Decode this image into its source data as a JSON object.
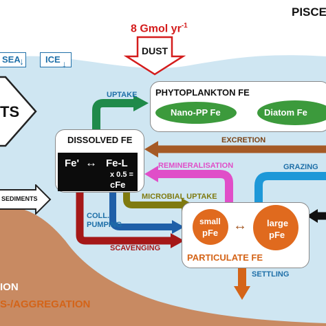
{
  "title_partial": "PISCE",
  "dust": {
    "flux_value": "8 Gmol yr",
    "flux_exponent": "-1",
    "label": "DUST"
  },
  "surface_inputs": {
    "sea": "SEA",
    "ice": "ICE"
  },
  "left_pentagon_label": "TS",
  "sediments_label": "SEDIMENTS",
  "phytoplankton": {
    "title": "PHYTOPLANKTON FE",
    "nano": "Nano-PP Fe",
    "diatom": "Diatom Fe"
  },
  "dissolved": {
    "title": "DISSOLVED FE",
    "fe_prime": "Fe'",
    "fe_l": "Fe-L",
    "ratio_line1": "x 0.5 =",
    "ratio_line2": "cFe"
  },
  "particulate": {
    "title": "PARTICULATE FE",
    "small_line1": "small",
    "small_line2": "pFe",
    "large_line1": "large",
    "large_line2": "pFe"
  },
  "processes": {
    "uptake": "UPTAKE",
    "excretion": "EXCRETION",
    "remineralisation": "REMINERALISATION",
    "grazing": "GRAZING",
    "microbial_uptake": "MICROBIAL UPTAKE",
    "coll_line1": "COLL.",
    "coll_line2": "PUMPING",
    "scavenging": "SCAVENGING",
    "settling": "SETTLING"
  },
  "bottom_labels": {
    "line1": "ION",
    "line2": "S-/AGGREGATION"
  },
  "colors": {
    "sea": "#cfe6f2",
    "seafloor": "#c88a62",
    "uptake_green": "#1f8a4a",
    "excretion_brown": "#a55a26",
    "remin_pink": "#e04ec8",
    "grazing_blue": "#1e98d8",
    "microbial_olive": "#7f7a10",
    "coll_blue": "#1f5fa8",
    "scav_red": "#a51818",
    "settling_orange": "#d46418",
    "dust_red": "#d41c1c",
    "particulate_orange": "#e06a1e",
    "phyto_green": "#3c9a3c",
    "label_blue": "#1e6fa8",
    "dark_brown_text": "#7a4316"
  }
}
